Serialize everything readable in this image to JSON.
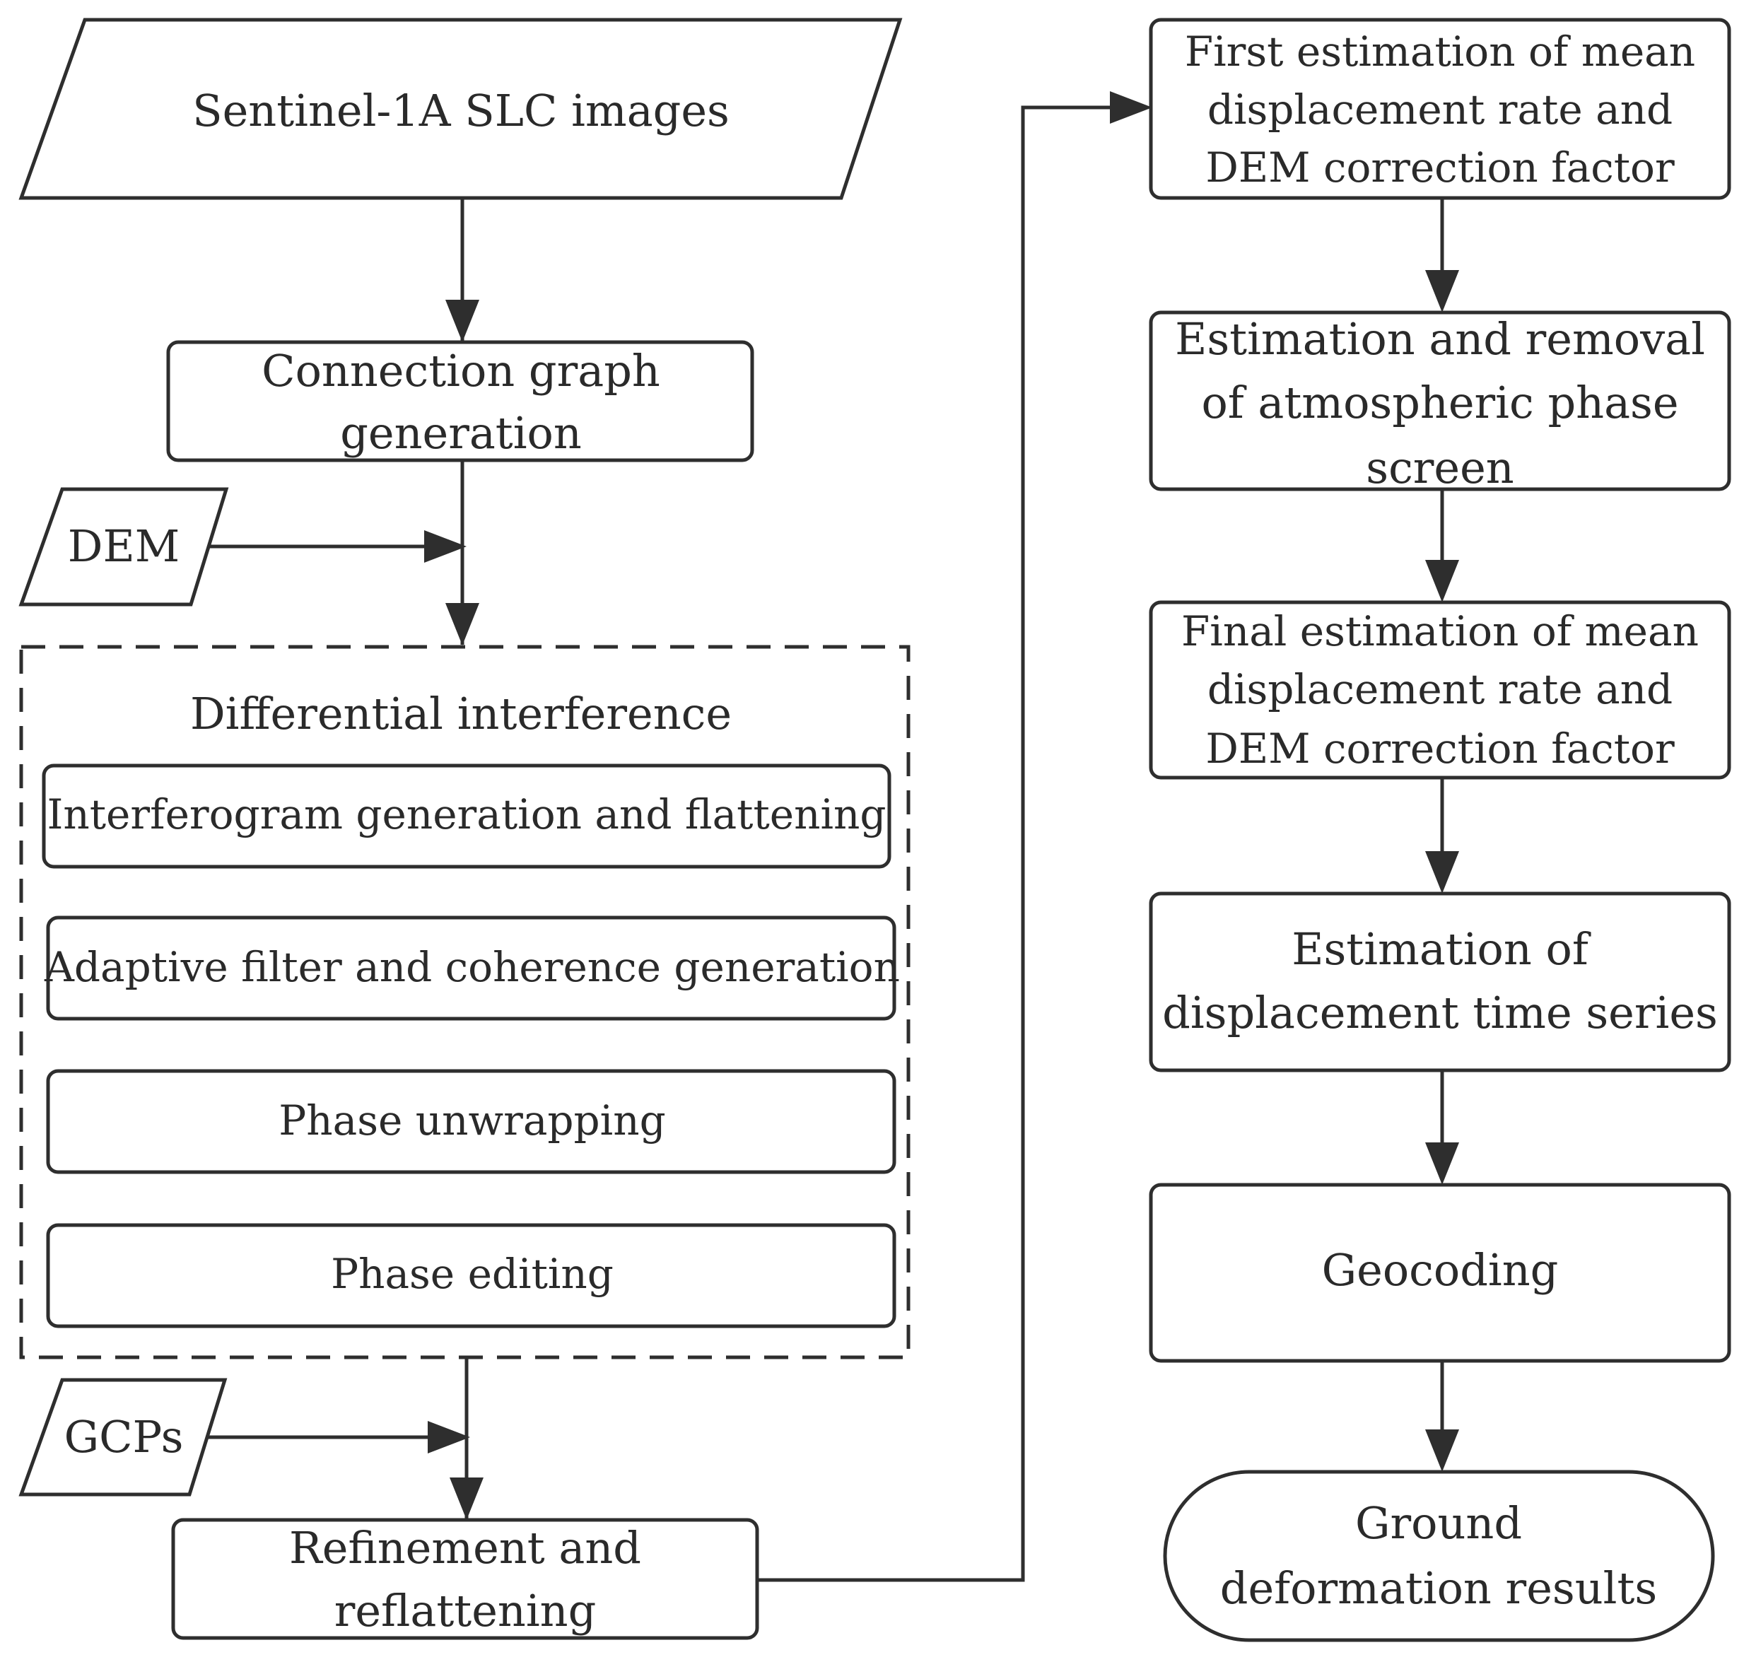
{
  "nodes": {
    "sentinel": {
      "label": "Sentinel-1A SLC images"
    },
    "connection": {
      "lines": [
        "Connection graph",
        "generation"
      ]
    },
    "dem": {
      "label": "DEM"
    },
    "diff_group": {
      "title": "Differential interference"
    },
    "interferogram": {
      "label": "Interferogram generation and flattening"
    },
    "adaptive": {
      "label": "Adaptive filter and coherence generation"
    },
    "unwrap": {
      "label": "Phase unwrapping"
    },
    "editing": {
      "label": "Phase editing"
    },
    "gcps": {
      "label": "GCPs"
    },
    "refine": {
      "lines": [
        "Refinement and",
        "reflattening"
      ]
    },
    "first_est": {
      "lines": [
        "First estimation of mean",
        "displacement rate and",
        "DEM correction factor"
      ]
    },
    "atmos": {
      "lines": [
        "Estimation and removal",
        "of atmospheric phase",
        "screen"
      ]
    },
    "final_est": {
      "lines": [
        "Final estimation of mean",
        "displacement rate and",
        "DEM correction factor"
      ]
    },
    "time_series": {
      "lines": [
        "Estimation of",
        "displacement time series"
      ]
    },
    "geocoding": {
      "label": "Geocoding"
    },
    "results": {
      "lines": [
        "Ground",
        "deformation results"
      ]
    }
  },
  "edges": [
    [
      "sentinel",
      "connection"
    ],
    [
      "connection",
      "diff_group"
    ],
    [
      "dem",
      "connection-diff_group line"
    ],
    [
      "diff_group",
      "refine"
    ],
    [
      "gcps",
      "diff_group-refine line"
    ],
    [
      "refine",
      "first_est"
    ],
    [
      "first_est",
      "atmos"
    ],
    [
      "atmos",
      "final_est"
    ],
    [
      "final_est",
      "time_series"
    ],
    [
      "time_series",
      "geocoding"
    ],
    [
      "geocoding",
      "results"
    ]
  ],
  "colors": {
    "stroke": "#2e2e2e",
    "text": "#2a2a2a",
    "background": "#ffffff"
  }
}
